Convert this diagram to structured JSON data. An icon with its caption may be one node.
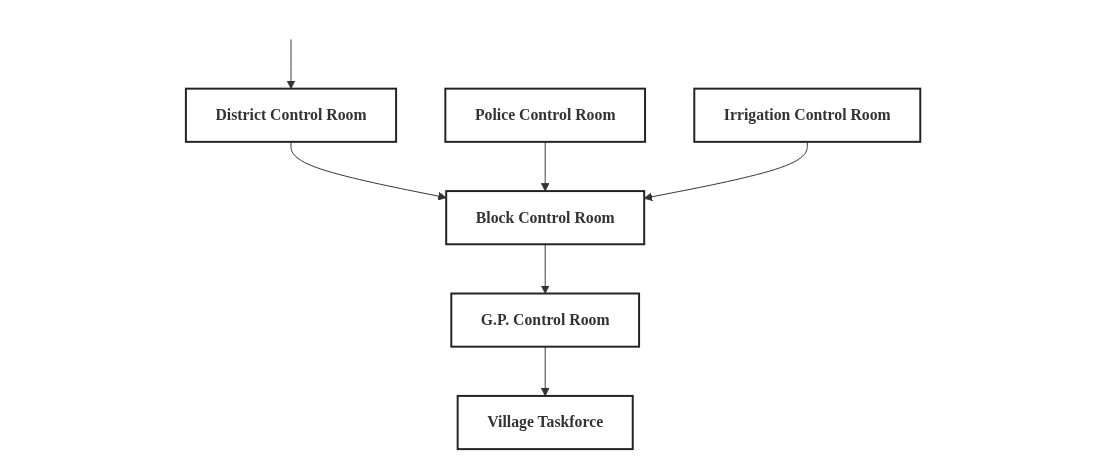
{
  "diagram": {
    "nodes": [
      {
        "text": [
          "District Control Room"
        ]
      },
      {
        "text": [
          "Block Control Room"
        ]
      },
      {
        "text": [
          "G.P. Control Room"
        ]
      },
      {
        "text": [
          "Village Taskforce"
        ]
      },
      {
        "text": [
          "Police Control Room"
        ]
      },
      {
        "text": [
          "Irrigation Control Room"
        ]
      }
    ],
    "edges": [
      {
        "from": null,
        "to": 0,
        "arrow": "to"
      },
      {
        "from": 0,
        "to": 1,
        "arrow": "to"
      },
      {
        "from": 1,
        "to": 2,
        "arrow": "to"
      },
      {
        "from": 2,
        "to": 3,
        "arrow": "to"
      },
      {
        "from": 4,
        "to": 1,
        "arrow": "to"
      },
      {
        "from": 5,
        "to": 1,
        "arrow": "to"
      }
    ]
  }
}
